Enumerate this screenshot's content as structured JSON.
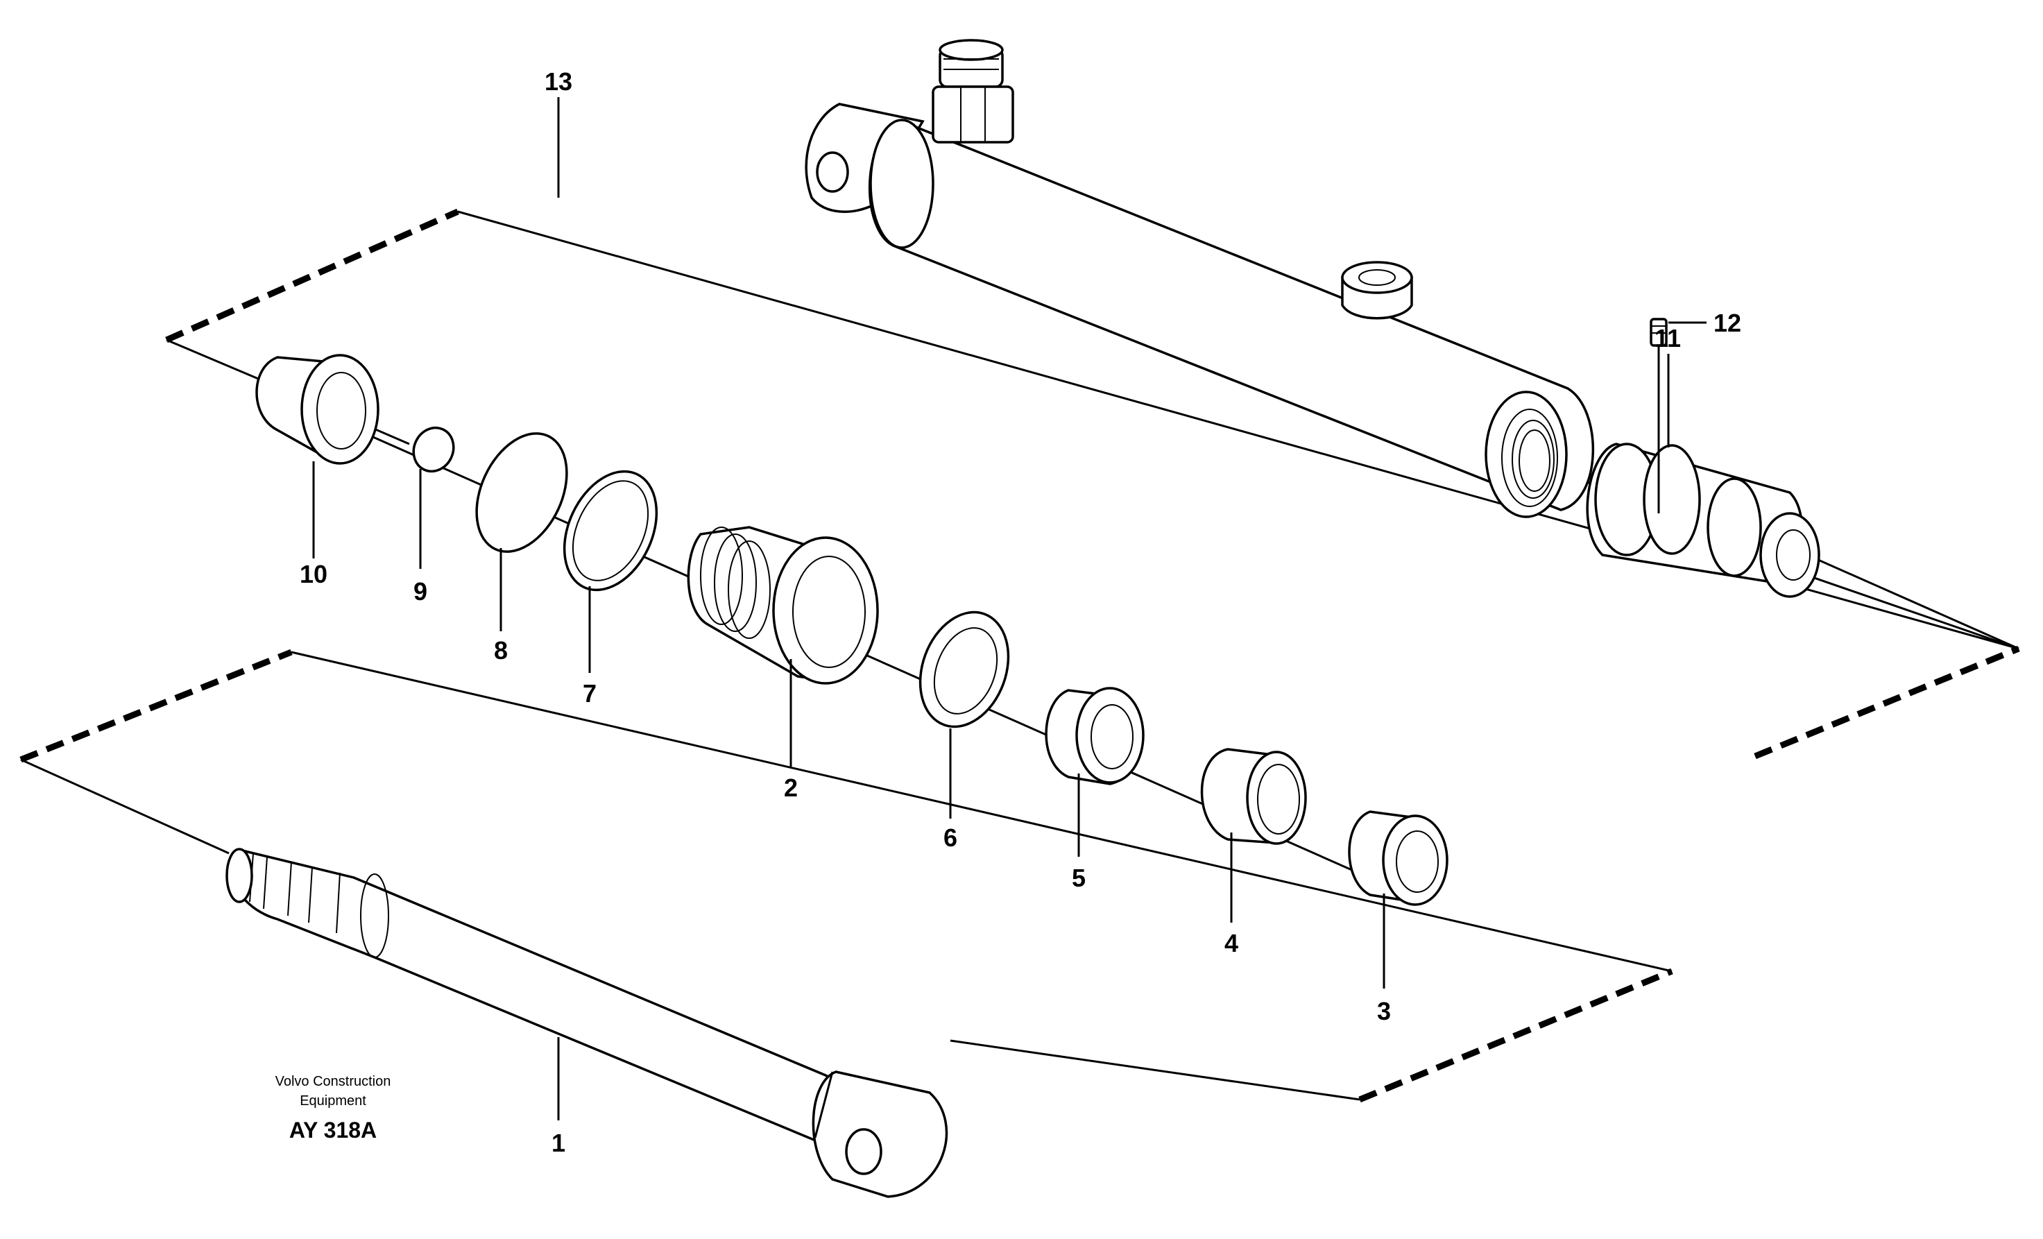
{
  "callouts": [
    {
      "id": "1",
      "label": "1"
    },
    {
      "id": "2",
      "label": "2"
    },
    {
      "id": "3",
      "label": "3"
    },
    {
      "id": "4",
      "label": "4"
    },
    {
      "id": "5",
      "label": "5"
    },
    {
      "id": "6",
      "label": "6"
    },
    {
      "id": "7",
      "label": "7"
    },
    {
      "id": "8",
      "label": "8"
    },
    {
      "id": "9",
      "label": "9"
    },
    {
      "id": "10",
      "label": "10"
    },
    {
      "id": "11",
      "label": "11"
    },
    {
      "id": "12",
      "label": "12"
    },
    {
      "id": "13",
      "label": "13"
    }
  ],
  "footer": {
    "brand_line1": "Volvo Construction",
    "brand_line2": "Equipment",
    "drawing_code": "AY 318A"
  }
}
